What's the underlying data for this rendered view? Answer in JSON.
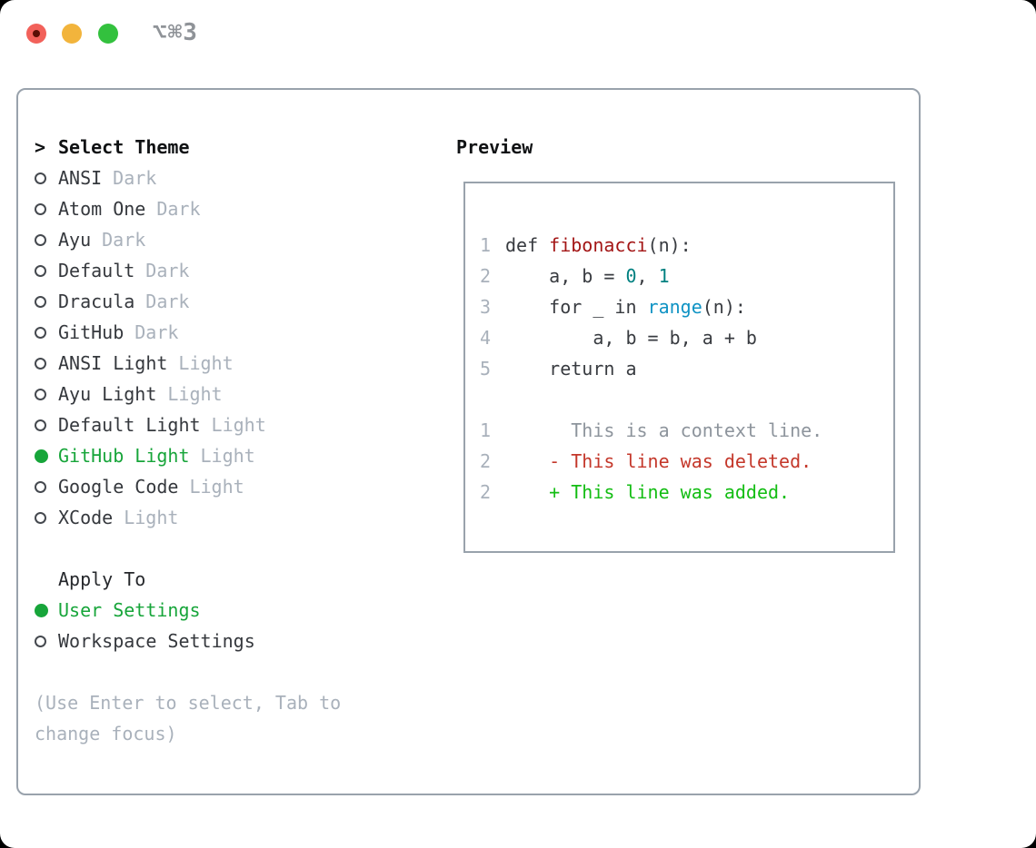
{
  "titlebar": {
    "title": "⌥⌘3",
    "traffic_lights": [
      {
        "name": "close",
        "color": "#f2615a",
        "has_dot": true
      },
      {
        "name": "minimize",
        "color": "#f2b43c",
        "has_dot": false
      },
      {
        "name": "zoom",
        "color": "#33c13e",
        "has_dot": false
      }
    ]
  },
  "panel": {
    "theme_section": {
      "prompt": ">",
      "title": "Select Theme",
      "items": [
        {
          "name": "ANSI",
          "variant": "Dark",
          "selected": false
        },
        {
          "name": "Atom One",
          "variant": "Dark",
          "selected": false
        },
        {
          "name": "Ayu",
          "variant": "Dark",
          "selected": false
        },
        {
          "name": "Default",
          "variant": "Dark",
          "selected": false
        },
        {
          "name": "Dracula",
          "variant": "Dark",
          "selected": false
        },
        {
          "name": "GitHub",
          "variant": "Dark",
          "selected": false
        },
        {
          "name": "ANSI Light",
          "variant": "Light",
          "selected": false
        },
        {
          "name": "Ayu Light",
          "variant": "Light",
          "selected": false
        },
        {
          "name": "Default Light",
          "variant": "Light",
          "selected": false
        },
        {
          "name": "GitHub Light",
          "variant": "Light",
          "selected": true
        },
        {
          "name": "Google Code",
          "variant": "Light",
          "selected": false
        },
        {
          "name": "XCode",
          "variant": "Light",
          "selected": false
        }
      ]
    },
    "apply_section": {
      "title": "Apply To",
      "options": [
        {
          "name": "User Settings",
          "selected": true
        },
        {
          "name": "Workspace Settings",
          "selected": false
        }
      ]
    },
    "hint": "(Use Enter to select, Tab to change focus)",
    "preview": {
      "title": "Preview",
      "code_lines": [
        {
          "number": "1",
          "tokens": [
            {
              "text": "def ",
              "style": "plain"
            },
            {
              "text": "fibonacci",
              "style": "function"
            },
            {
              "text": "(n):",
              "style": "plain"
            }
          ]
        },
        {
          "number": "2",
          "tokens": [
            {
              "text": "    a, b = ",
              "style": "plain"
            },
            {
              "text": "0",
              "style": "number"
            },
            {
              "text": ", ",
              "style": "plain"
            },
            {
              "text": "1",
              "style": "number"
            }
          ]
        },
        {
          "number": "3",
          "tokens": [
            {
              "text": "    for _ in ",
              "style": "plain"
            },
            {
              "text": "range",
              "style": "builtin"
            },
            {
              "text": "(n):",
              "style": "plain"
            }
          ]
        },
        {
          "number": "4",
          "tokens": [
            {
              "text": "        a, b = b, a + b",
              "style": "plain"
            }
          ]
        },
        {
          "number": "5",
          "tokens": [
            {
              "text": "    return a",
              "style": "plain"
            }
          ]
        }
      ],
      "diff_lines": [
        {
          "number": "1",
          "tokens": [
            {
              "text": "      This is a context line.",
              "style": "context"
            }
          ]
        },
        {
          "number": "2",
          "tokens": [
            {
              "text": "    - This line was deleted.",
              "style": "deleted"
            }
          ]
        },
        {
          "number": "2",
          "tokens": [
            {
              "text": "    + This line was added.",
              "style": "added"
            }
          ]
        }
      ]
    }
  },
  "colors": {
    "selection_green": "#17a53a",
    "diff_added_green": "#13bd13",
    "diff_deleted_red": "#c4372a",
    "function_red": "#a31515",
    "number_teal": "#008080",
    "builtin_blue": "#0f93c4",
    "muted_gray": "#a9b1bb",
    "border_gray": "#99a2ac"
  }
}
